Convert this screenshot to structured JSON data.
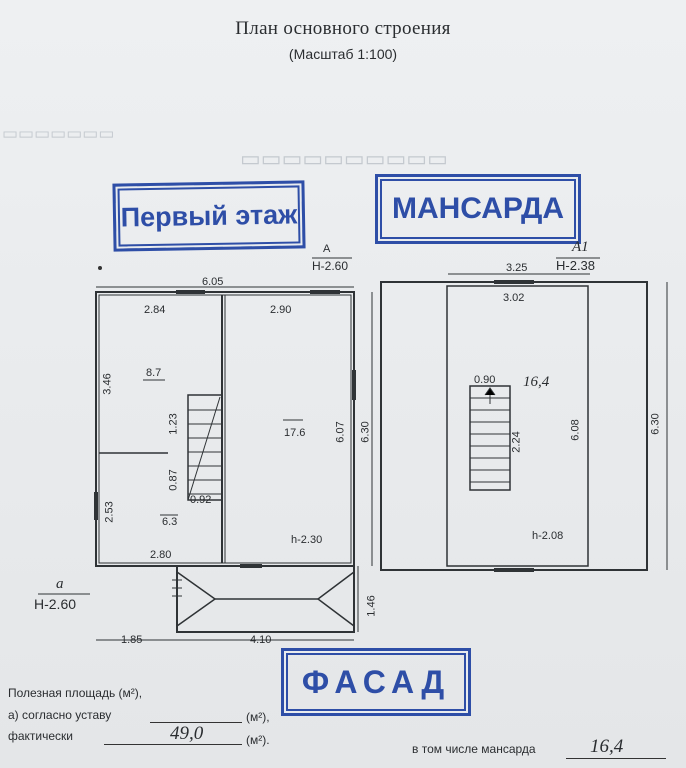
{
  "document": {
    "title": "План основного строения",
    "scale": "(Масштаб 1:100)"
  },
  "stamps": {
    "first_floor": "Первый этаж",
    "attic": "МАНСАРДА",
    "facade": "ФАСАД"
  },
  "first_floor": {
    "section_mark": "А",
    "height_mark": "Н-2.60",
    "overall_width": "6.05",
    "room_width_left": "2.84",
    "room_width_right": "2.90",
    "left_height_top": "3.46",
    "stair_len": "1.23",
    "stair_short": "0.87",
    "stair_width": "0.92",
    "left_height_bottom": "2.53",
    "bottom_width": "2.80",
    "inner_height": "6.07",
    "overall_height": "6.30",
    "room1_area": "8.7",
    "room2_area": "17.6",
    "room3_area": "6.3",
    "ceiling_height": "h-2.30"
  },
  "veranda": {
    "section_mark": "а",
    "height_mark": "Н-2.60",
    "dim_left": "1.85",
    "dim_right": "4.10",
    "depth": "1.46"
  },
  "attic_floor": {
    "section_mark": "А1",
    "height_mark": "Н-2.38",
    "overall_width": "3.25",
    "inner_width": "3.02",
    "stair_width": "0.90",
    "stair_len": "2.24",
    "inner_height": "6.08",
    "overall_height": "6.30",
    "room_area": "16,4",
    "ceiling_height": "h-2.08"
  },
  "footer": {
    "useful_area_label": "Полезная площадь (м²),",
    "by_charter_label": "а) согласно уставу",
    "by_charter_unit": "(м²),",
    "actual_label": "фактически",
    "actual_value": "49,0",
    "actual_unit": "(м²).",
    "attic_label": "в том числе мансарда",
    "attic_value": "16,4"
  },
  "colors": {
    "stamp_blue": "#2e4ea7",
    "ink": "#2a2d30"
  }
}
